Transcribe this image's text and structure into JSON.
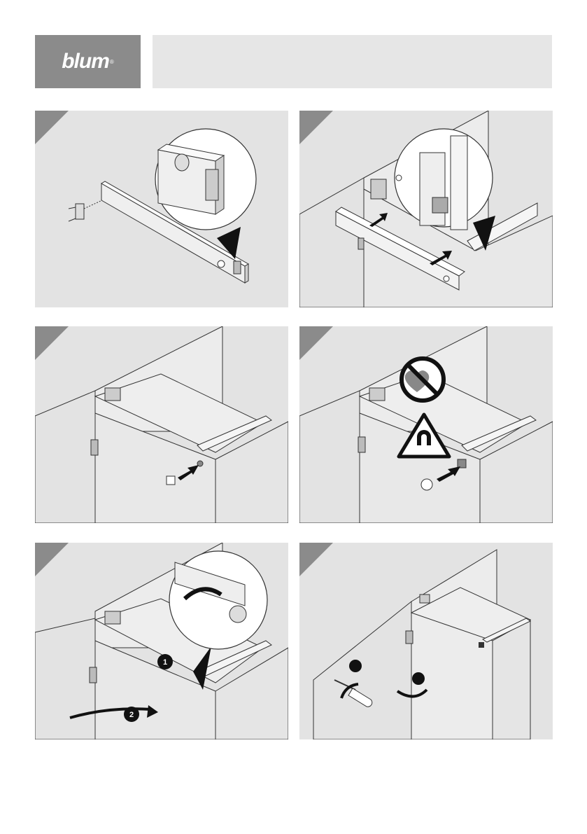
{
  "brand": {
    "logo_text": "blum",
    "reg_mark": "®"
  },
  "colors": {
    "panel_bg": "#e3e3e3",
    "corner": "#8b8b8b",
    "header_bg": "#e6e6e6",
    "line": "#333333"
  },
  "steps": [
    {
      "id": 1,
      "icon": "drawer-front-bracket-assembly"
    },
    {
      "id": 2,
      "icon": "insert-drawer-front-into-runner"
    },
    {
      "id": 3,
      "icon": "insert-magnet-plug"
    },
    {
      "id": 4,
      "icon": "pacemaker-magnet-warning"
    },
    {
      "id": 5,
      "icon": "adjust-and-close-door"
    },
    {
      "id": 6,
      "icon": "screwdriver-adjust-door"
    }
  ],
  "callouts": {
    "one": "1",
    "two": "2"
  }
}
